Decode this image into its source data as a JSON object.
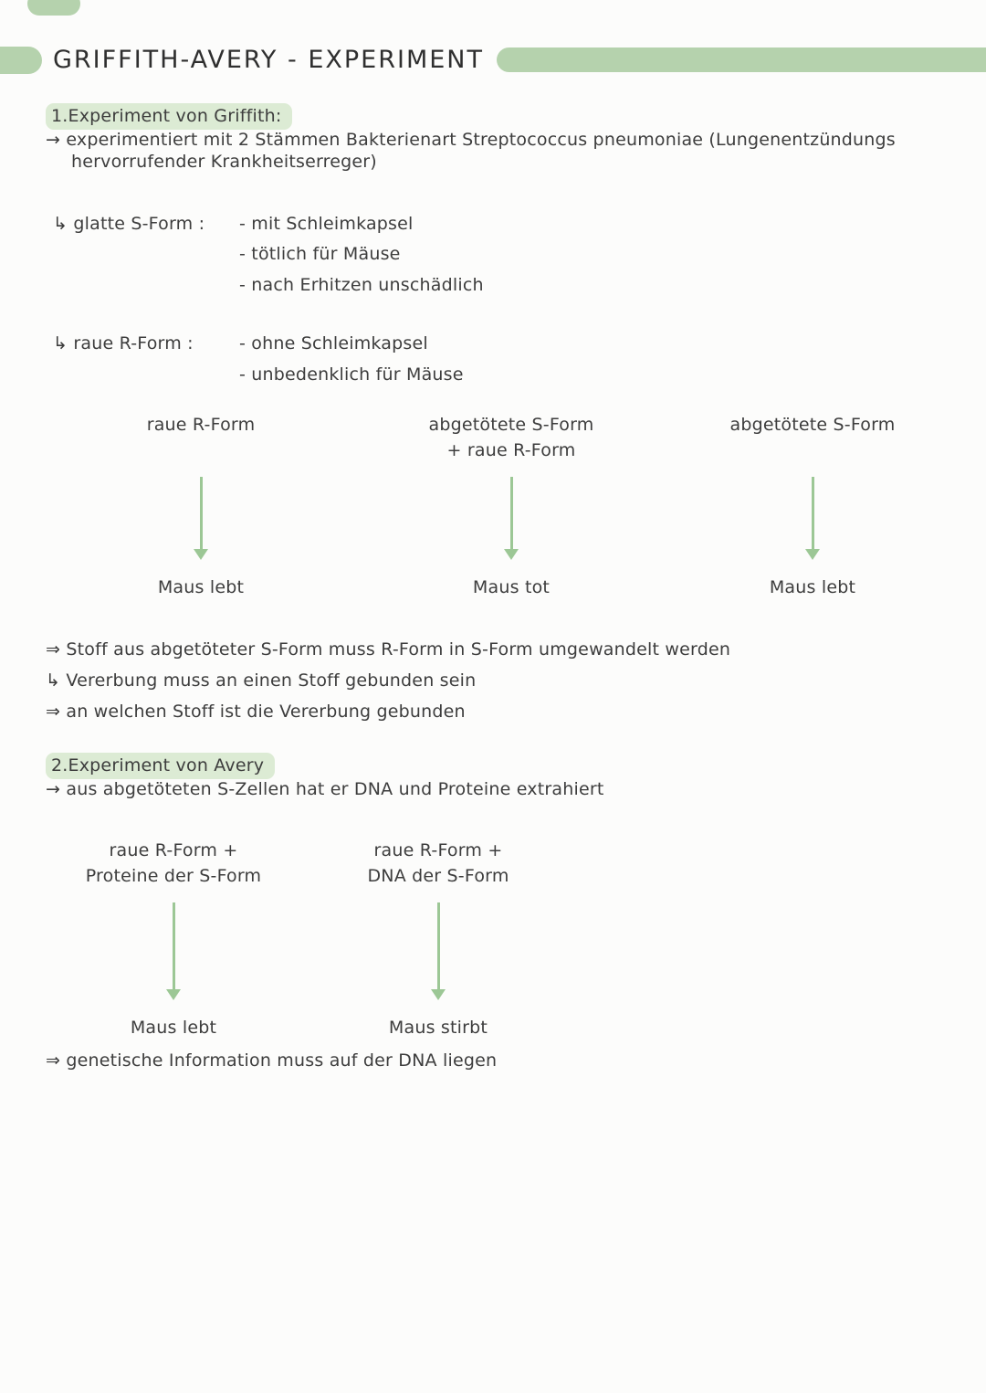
{
  "page": {
    "title": "GRIFFITH-AVERY - EXPERIMENT"
  },
  "colors": {
    "accent_bar": "#b5d2ad",
    "highlight": "#dcebd4",
    "arrow": "#9cc795",
    "text": "#3d3d3d",
    "page_bg": "#fcfcfb"
  },
  "section1": {
    "heading": "1.Experiment von Griffith:",
    "intro_line1": "→ experimentiert mit 2 Stämmen Bakterienart Streptococcus pneumoniae (Lungenentzündungs",
    "intro_line2": "hervorrufender Krankheitserreger)",
    "s_form": {
      "label": "↳ glatte S-Form :",
      "items": [
        "- mit Schleimkapsel",
        "- tötlich für Mäuse",
        "- nach Erhitzen unschädlich"
      ]
    },
    "r_form": {
      "label": "↳ raue R-Form :",
      "items": [
        "- ohne Schleimkapsel",
        "- unbedenklich für Mäuse"
      ]
    },
    "experiment_columns": [
      {
        "top": "raue R-Form",
        "top2": "",
        "result": "Maus lebt"
      },
      {
        "top": "abgetötete S-Form",
        "top2": "+ raue R-Form",
        "result": "Maus tot"
      },
      {
        "top": "abgetötete S-Form",
        "top2": "",
        "result": "Maus lebt"
      }
    ],
    "conclusions": [
      "⇒ Stoff aus abgetöteter S-Form muss R-Form in S-Form umgewandelt werden",
      "↳ Vererbung muss an einen Stoff gebunden sein",
      "⇒ an welchen Stoff ist die Vererbung gebunden"
    ]
  },
  "section2": {
    "heading": "2.Experiment von Avery",
    "intro": "→ aus abgetöteten S-Zellen hat er DNA und Proteine extrahiert",
    "experiment_columns": [
      {
        "top": "raue R-Form +",
        "top2": "Proteine der S-Form",
        "result": "Maus lebt"
      },
      {
        "top": "raue R-Form +",
        "top2": "DNA der S-Form",
        "result": "Maus stirbt"
      }
    ],
    "conclusion": "⇒ genetische Information muss auf der DNA liegen"
  }
}
